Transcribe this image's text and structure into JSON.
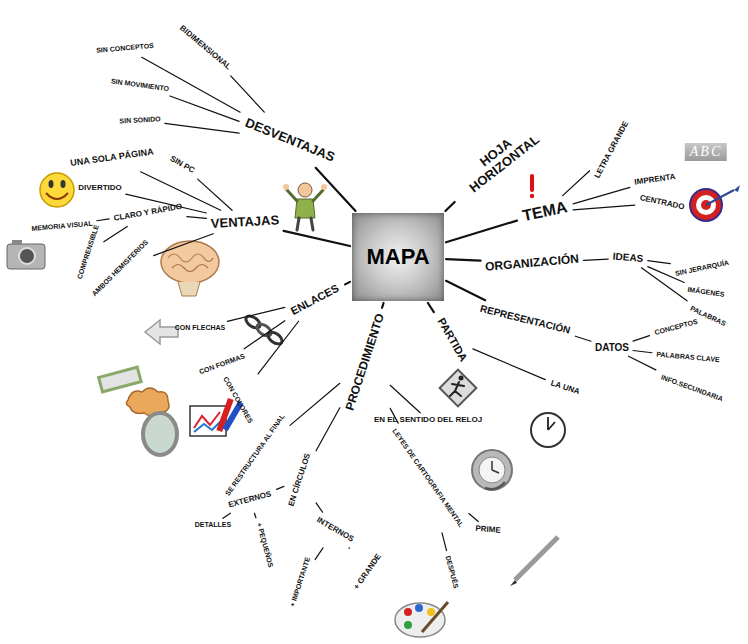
{
  "diagram": {
    "nodes": [
      {
        "text": [
          "MAPA"
        ]
      },
      {
        "text": [
          "HOJA HORIZONTAL"
        ]
      },
      {
        "text": [
          "TEMA"
        ]
      },
      {
        "text": [
          "LETRA GRANDE"
        ]
      },
      {
        "text": [
          "IMPRENTA"
        ]
      },
      {
        "text": [
          "CENTRADO"
        ]
      },
      {
        "text": [
          "ORGANIZACIÓN"
        ]
      },
      {
        "text": [
          "IDEAS"
        ]
      },
      {
        "text": [
          "SIN JERARQUÍA"
        ]
      },
      {
        "text": [
          "IMÁGENES"
        ]
      },
      {
        "text": [
          "PALABRAS"
        ]
      },
      {
        "text": [
          "REPRESENTACIÓN"
        ]
      },
      {
        "text": [
          "DATOS"
        ]
      },
      {
        "text": [
          "CONCEPTOS"
        ]
      },
      {
        "text": [
          "PALABRAS CLAVE"
        ]
      },
      {
        "text": [
          "INFO.SECUNDARIA"
        ]
      },
      {
        "text": [
          "PARTIDA"
        ]
      },
      {
        "text": [
          "LA UNA"
        ]
      },
      {
        "text": [
          "PROCEDIMIENTO"
        ]
      },
      {
        "text": [
          "EN EL SENTIDO DEL RELOJ"
        ]
      },
      {
        "text": [
          "LEYES DE CARTOGRAFIA MENTAL"
        ]
      },
      {
        "text": [
          "DESPUÉS"
        ]
      },
      {
        "text": [
          "PRIME"
        ]
      },
      {
        "text": [
          "EN CÍRCULOS"
        ]
      },
      {
        "text": [
          "EXTERNOS"
        ]
      },
      {
        "text": [
          "DETALLES"
        ]
      },
      {
        "text": [
          "+ PEQUEÑOS"
        ]
      },
      {
        "text": [
          "INTERNOS"
        ]
      },
      {
        "text": [
          "+ IMPORTANTE"
        ]
      },
      {
        "text": [
          "+ GRANDE"
        ]
      },
      {
        "text": [
          "SE RESTRUCTURA AL FINAL"
        ]
      },
      {
        "text": [
          "ENLACES"
        ]
      },
      {
        "text": [
          "CON FLECHAS"
        ]
      },
      {
        "text": [
          "CON FORMAS"
        ]
      },
      {
        "text": [
          "CON COLORES"
        ]
      },
      {
        "text": [
          "VENTAJAS"
        ]
      },
      {
        "text": [
          "SIN PC"
        ]
      },
      {
        "text": [
          "UNA SOLA PÁGINA"
        ]
      },
      {
        "text": [
          "DIVERTIDO"
        ]
      },
      {
        "text": [
          "CLARO Y RÁPIDO"
        ]
      },
      {
        "text": [
          "MEMORIA VISUAL"
        ]
      },
      {
        "text": [
          "COMPRENSIBLE"
        ]
      },
      {
        "text": [
          "AMBOS HEMISFERIOS"
        ]
      },
      {
        "text": [
          "DESVENTAJAS"
        ]
      },
      {
        "text": [
          "BIDIMENSIONAL"
        ]
      },
      {
        "text": [
          "SIN CONCEPTOS"
        ]
      },
      {
        "text": [
          "SIN MOVIMIENTO"
        ]
      },
      {
        "text": [
          "SIN SONIDO"
        ]
      }
    ],
    "edges": [
      {
        "from": 0,
        "to": 1,
        "arrow": "none"
      },
      {
        "from": 0,
        "to": 2,
        "arrow": "none"
      },
      {
        "from": 2,
        "to": 3,
        "arrow": "none"
      },
      {
        "from": 2,
        "to": 4,
        "arrow": "none"
      },
      {
        "from": 2,
        "to": 5,
        "arrow": "none"
      },
      {
        "from": 0,
        "to": 6,
        "arrow": "none"
      },
      {
        "from": 6,
        "to": 7,
        "arrow": "none"
      },
      {
        "from": 7,
        "to": 8,
        "arrow": "none"
      },
      {
        "from": 7,
        "to": 9,
        "arrow": "none"
      },
      {
        "from": 7,
        "to": 10,
        "arrow": "none"
      },
      {
        "from": 0,
        "to": 11,
        "arrow": "none"
      },
      {
        "from": 11,
        "to": 12,
        "arrow": "none"
      },
      {
        "from": 12,
        "to": 13,
        "arrow": "none"
      },
      {
        "from": 12,
        "to": 14,
        "arrow": "none"
      },
      {
        "from": 12,
        "to": 15,
        "arrow": "none"
      },
      {
        "from": 0,
        "to": 16,
        "arrow": "none"
      },
      {
        "from": 16,
        "to": 17,
        "arrow": "none"
      },
      {
        "from": 0,
        "to": 18,
        "arrow": "none"
      },
      {
        "from": 18,
        "to": 19,
        "arrow": "none"
      },
      {
        "from": 18,
        "to": 20,
        "arrow": "none"
      },
      {
        "from": 20,
        "to": 21,
        "arrow": "none"
      },
      {
        "from": 20,
        "to": 22,
        "arrow": "none"
      },
      {
        "from": 18,
        "to": 23,
        "arrow": "none"
      },
      {
        "from": 23,
        "to": 24,
        "arrow": "none"
      },
      {
        "from": 24,
        "to": 25,
        "arrow": "none"
      },
      {
        "from": 24,
        "to": 26,
        "arrow": "none"
      },
      {
        "from": 23,
        "to": 27,
        "arrow": "none"
      },
      {
        "from": 27,
        "to": 28,
        "arrow": "none"
      },
      {
        "from": 27,
        "to": 29,
        "arrow": "none"
      },
      {
        "from": 18,
        "to": 30,
        "arrow": "none"
      },
      {
        "from": 0,
        "to": 31,
        "arrow": "none"
      },
      {
        "from": 31,
        "to": 32,
        "arrow": "none"
      },
      {
        "from": 31,
        "to": 33,
        "arrow": "none"
      },
      {
        "from": 31,
        "to": 34,
        "arrow": "none"
      },
      {
        "from": 0,
        "to": 35,
        "arrow": "none"
      },
      {
        "from": 35,
        "to": 36,
        "arrow": "none"
      },
      {
        "from": 35,
        "to": 37,
        "arrow": "none"
      },
      {
        "from": 35,
        "to": 38,
        "arrow": "none"
      },
      {
        "from": 35,
        "to": 39,
        "arrow": "none"
      },
      {
        "from": 39,
        "to": 40,
        "arrow": "none"
      },
      {
        "from": 39,
        "to": 41,
        "arrow": "none"
      },
      {
        "from": 35,
        "to": 42,
        "arrow": "none"
      },
      {
        "from": 0,
        "to": 43,
        "arrow": "none"
      },
      {
        "from": 43,
        "to": 44,
        "arrow": "none"
      },
      {
        "from": 43,
        "to": 45,
        "arrow": "none"
      },
      {
        "from": 43,
        "to": 46,
        "arrow": "none"
      },
      {
        "from": 43,
        "to": 47,
        "arrow": "none"
      }
    ],
    "labels": [
      "ABC"
    ]
  }
}
